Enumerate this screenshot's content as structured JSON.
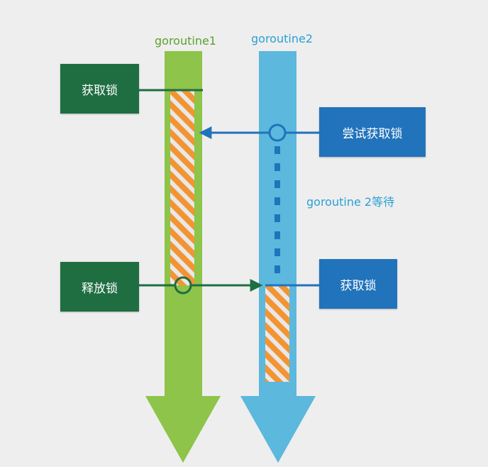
{
  "lanes": {
    "g1": {
      "name": "goroutine1",
      "color": "#8dc449"
    },
    "g2": {
      "name": "goroutine2",
      "color": "#5cb8dd"
    }
  },
  "boxes": {
    "g1_acquire": "获取锁",
    "g1_release": "释放锁",
    "g2_try": "尝试获取锁",
    "g2_acquire": "获取锁"
  },
  "wait_label": "goroutine 2等待",
  "colors": {
    "box_green": "#1e6e42",
    "box_blue": "#2173bb",
    "wait_text": "#2aa0d4",
    "lock_orange": "#f39433",
    "background": "#eeeeee"
  }
}
